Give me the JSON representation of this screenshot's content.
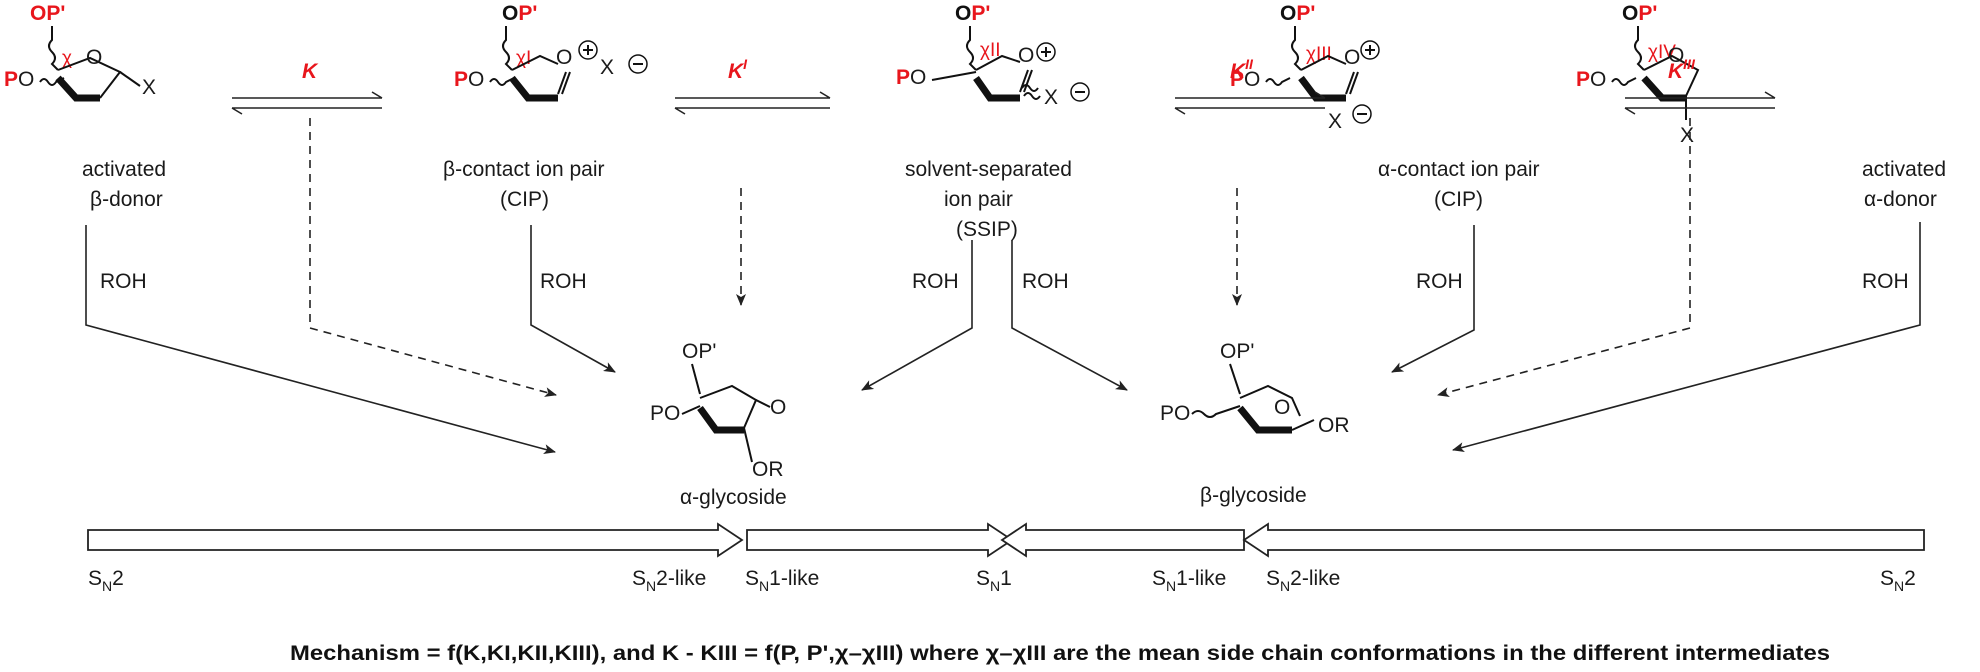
{
  "species": [
    {
      "label_line1": "activated",
      "label_line2": "β-donor",
      "chi": "χ"
    },
    {
      "label_line1": "β-contact ion pair",
      "label_line2": "(CIP)",
      "chi": "χI"
    },
    {
      "label_line1": "solvent-separated",
      "label_line2": "ion pair",
      "label_line3": "(SSIP)",
      "chi": "χII"
    },
    {
      "label_line1": "α-contact ion pair",
      "label_line2": "(CIP)",
      "chi": "χIII"
    },
    {
      "label_line1": "activated",
      "label_line2": "α-donor",
      "chi": "χIV"
    }
  ],
  "atoms": {
    "op_prime": "OP'",
    "po": "PO",
    "x": "X",
    "o": "O",
    "or": "OR",
    "op_plain": "OP'"
  },
  "equilibria": [
    "K",
    "KI",
    "KII",
    "KIII"
  ],
  "reagent": "ROH",
  "products": {
    "alpha": "α-glycoside",
    "beta": "β-glycoside"
  },
  "mechanism_scale": [
    {
      "text": "SN2"
    },
    {
      "text": "SN2-like"
    },
    {
      "text": "SN1-like"
    },
    {
      "text": "SN1"
    },
    {
      "text": "SN1-like"
    },
    {
      "text": "SN2-like"
    },
    {
      "text": "SN2"
    }
  ],
  "footer": "Mechanism = f(K,KI,KII,KIII), and K - KIII = f(P, P',χ–χIII) where χ–χIII are the mean side chain conformations in the different intermediates",
  "colors": {
    "accent": "#e8161c",
    "ink": "#111111"
  }
}
